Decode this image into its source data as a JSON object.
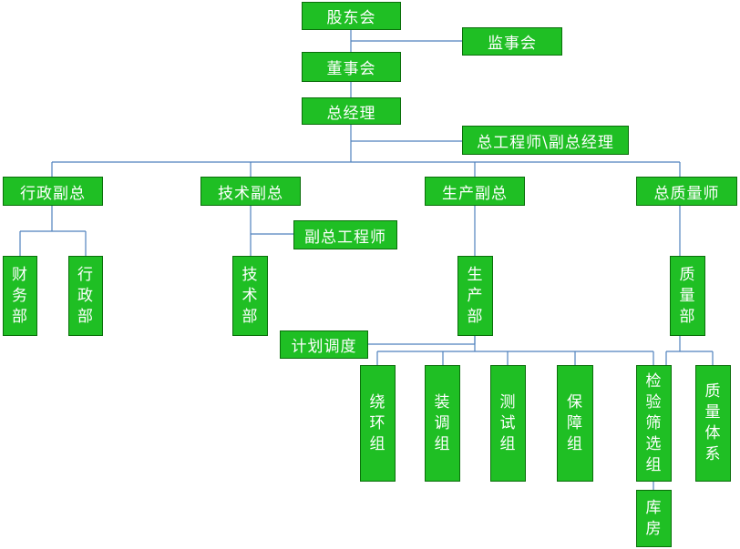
{
  "nodes": {
    "shareholders": "股东会",
    "supervisors": "监事会",
    "board": "董事会",
    "general_manager": "总经理",
    "chief_engineer_deputy_gm": "总工程师\\副总经理",
    "admin_vp": "行政副总",
    "tech_vp": "技术副总",
    "production_vp": "生产副总",
    "chief_quality_officer": "总质量师",
    "deputy_chief_engineer": "副总工程师",
    "finance_dept": "财务部",
    "admin_dept": "行政部",
    "tech_dept": "技术部",
    "production_dept": "生产部",
    "quality_dept": "质量部",
    "planning": "计划调度",
    "winding_group": "绕环组",
    "assembly_group": "装调组",
    "testing_group": "测试组",
    "support_group": "保障组",
    "inspection_group": "检验筛选组",
    "quality_system": "质量体系",
    "warehouse": "库房"
  }
}
